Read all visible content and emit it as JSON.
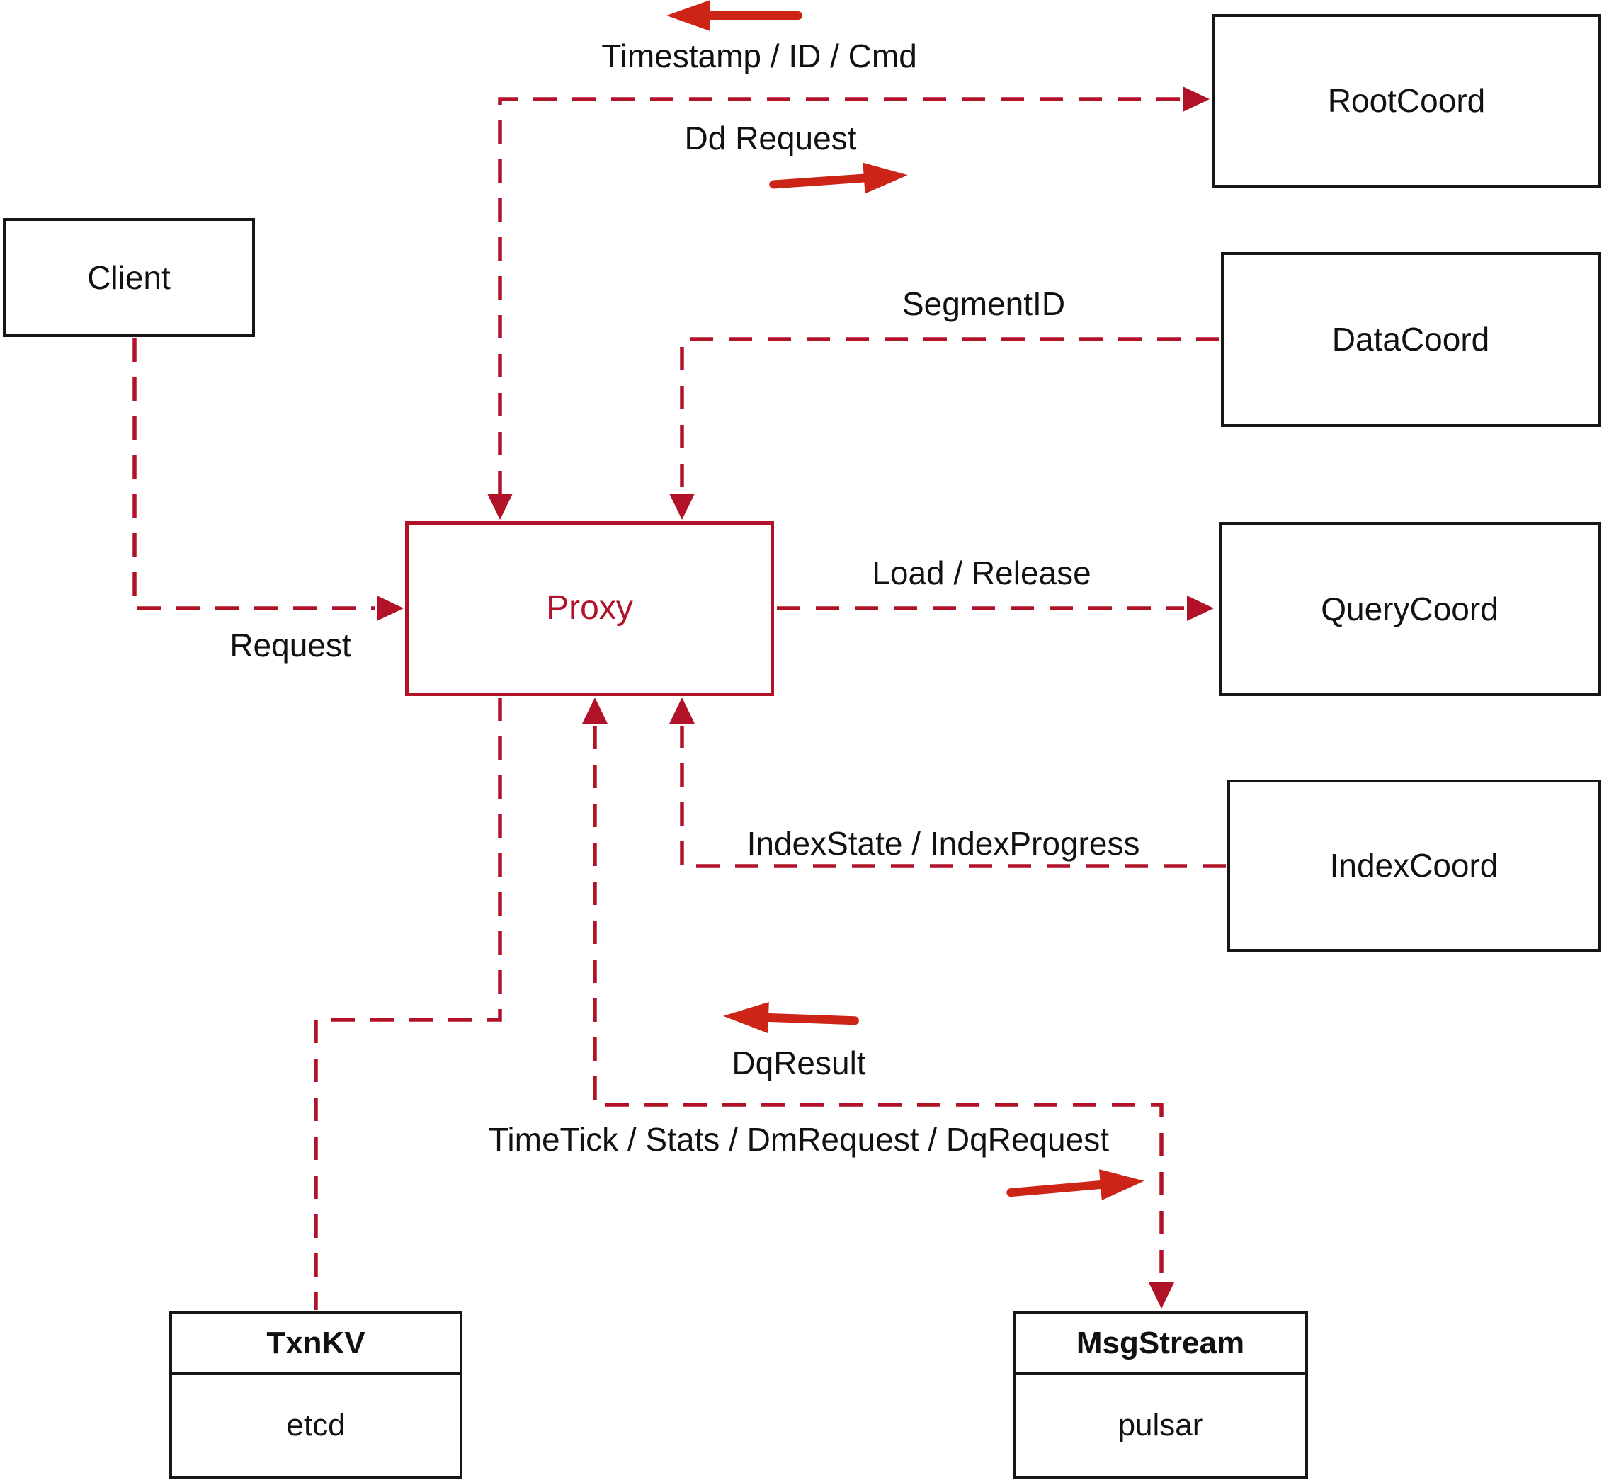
{
  "diagram": {
    "nodes": {
      "client": {
        "label": "Client"
      },
      "root_coord": {
        "label": "RootCoord"
      },
      "data_coord": {
        "label": "DataCoord"
      },
      "query_coord": {
        "label": "QueryCoord"
      },
      "index_coord": {
        "label": "IndexCoord"
      },
      "proxy": {
        "label": "Proxy"
      },
      "txn_kv": {
        "title": "TxnKV",
        "subtitle": "etcd"
      },
      "msg_stream": {
        "title": "MsgStream",
        "subtitle": "pulsar"
      }
    },
    "edge_labels": {
      "timestamp_id_cmd": "Timestamp / ID / Cmd",
      "dd_request": "Dd Request",
      "segment_id": "SegmentID",
      "load_release": "Load / Release",
      "request": "Request",
      "index_state": "IndexState / IndexProgress",
      "dq_result": "DqResult",
      "time_tick": "TimeTick / Stats / DmRequest / DqRequest"
    },
    "colors": {
      "dashed_line": "#b11228",
      "solid_arrow": "#cc2517",
      "box_border": "#161616",
      "text": "#111111",
      "proxy_color": "#b11228",
      "bg": "#ffffff"
    }
  }
}
